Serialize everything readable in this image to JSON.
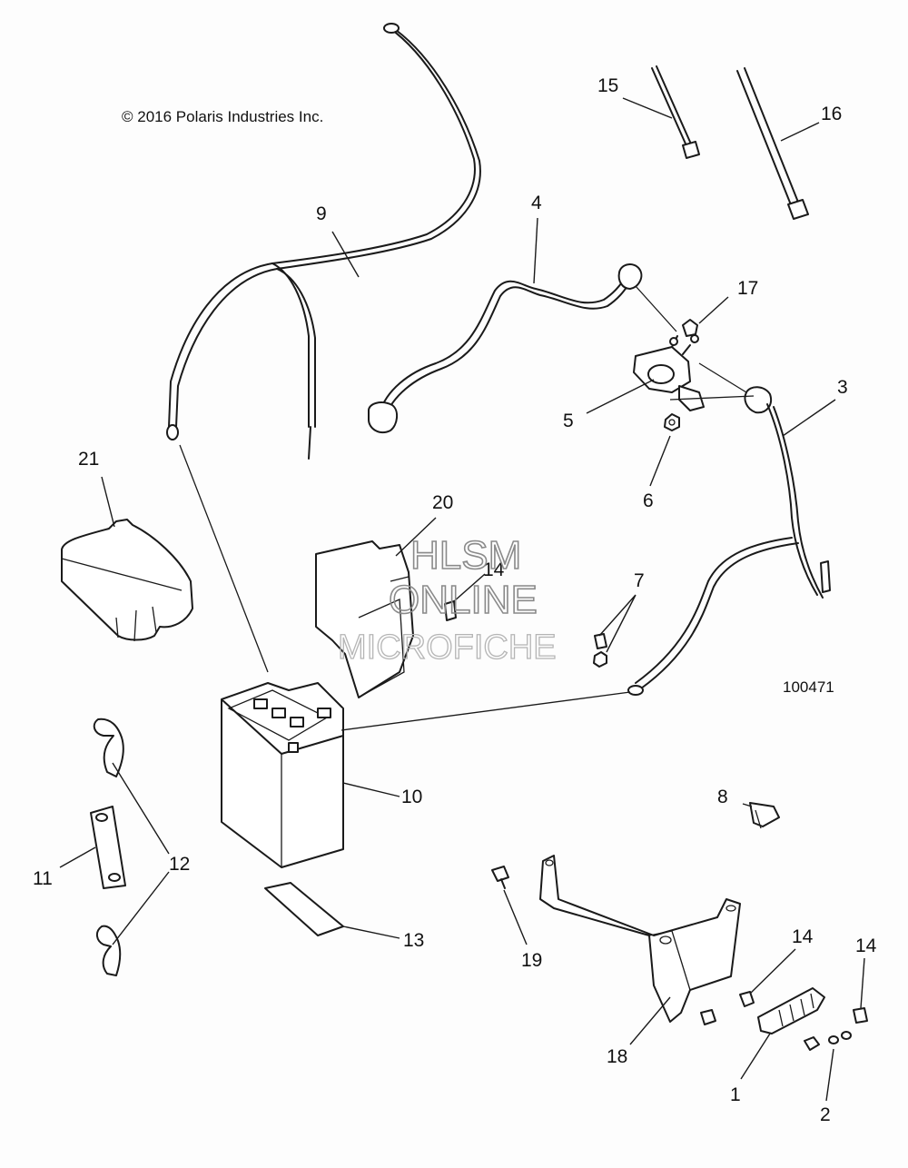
{
  "copyright": "© 2016 Polaris Industries Inc.",
  "diagram_ref": "100471",
  "watermark": {
    "line1": "HLSM",
    "line2": "ONLINE",
    "line3": "MICROFICHE"
  },
  "callouts": {
    "c1": "1",
    "c2": "2",
    "c3": "3",
    "c4": "4",
    "c5": "5",
    "c6": "6",
    "c7": "7",
    "c8": "8",
    "c9": "9",
    "c10": "10",
    "c11": "11",
    "c12": "12",
    "c13": "13",
    "c14a": "14",
    "c14b": "14",
    "c14c": "14",
    "c15": "15",
    "c16": "16",
    "c17": "17",
    "c18": "18",
    "c19": "19",
    "c20": "20",
    "c21": "21"
  }
}
